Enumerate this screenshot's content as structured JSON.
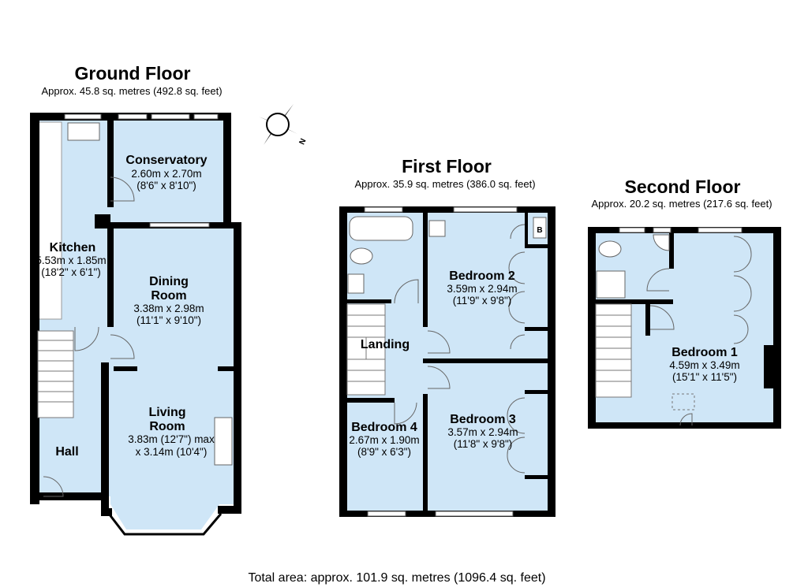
{
  "floors": {
    "ground": {
      "title": "Ground Floor",
      "area": "Approx. 45.8 sq. metres (492.8 sq. feet)",
      "rooms": {
        "conservatory": {
          "name": "Conservatory",
          "dim1": "2.60m x 2.70m",
          "dim2": "(8'6\" x 8'10\")"
        },
        "kitchen": {
          "name": "Kitchen",
          "dim1": "5.53m x 1.85m",
          "dim2": "(18'2\" x 6'1\")"
        },
        "dining": {
          "name1": "Dining",
          "name2": "Room",
          "dim1": "3.38m x 2.98m",
          "dim2": "(11'1\" x 9'10\")"
        },
        "living": {
          "name1": "Living",
          "name2": "Room",
          "dim1": "3.83m (12'7\") max",
          "dim2": "x 3.14m (10'4\")"
        },
        "hall": {
          "name": "Hall"
        }
      }
    },
    "first": {
      "title": "First Floor",
      "area": "Approx. 35.9 sq. metres (386.0 sq. feet)",
      "rooms": {
        "bedroom2": {
          "name": "Bedroom 2",
          "dim1": "3.59m x 2.94m",
          "dim2": "(11'9\" x 9'8\")"
        },
        "landing": {
          "name": "Landing"
        },
        "bedroom4": {
          "name": "Bedroom 4",
          "dim1": "2.67m x 1.90m",
          "dim2": "(8'9\" x 6'3\")"
        },
        "bedroom3": {
          "name": "Bedroom 3",
          "dim1": "3.57m x 2.94m",
          "dim2": "(11'8\" x 9'8\")"
        },
        "boiler": {
          "label": "B"
        }
      }
    },
    "second": {
      "title": "Second Floor",
      "area": "Approx. 20.2 sq. metres (217.6 sq. feet)",
      "rooms": {
        "bedroom1": {
          "name": "Bedroom 1",
          "dim1": "4.59m x 3.49m",
          "dim2": "(15'1\" x 11'5\")"
        }
      }
    }
  },
  "compass": {
    "label": "N"
  },
  "total_area": "Total area: approx. 101.9 sq. metres (1096.4 sq. feet)",
  "colors": {
    "room_fill": "#cfe6f7",
    "wall": "#000000"
  }
}
